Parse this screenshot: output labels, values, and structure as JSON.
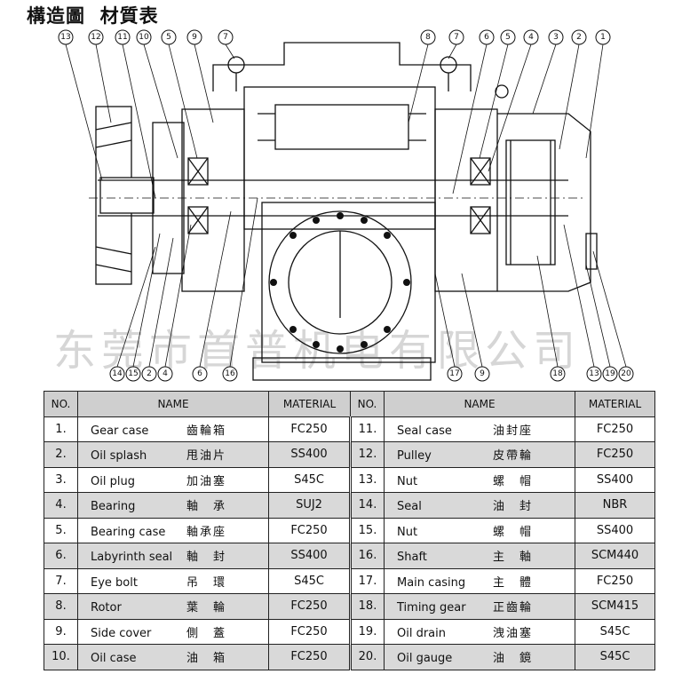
{
  "title": "構造圖  材質表",
  "watermark": "东莞市首普机电有限公司",
  "callouts_top": [
    "13",
    "12",
    "11",
    "10",
    "5",
    "9",
    "7",
    "8",
    "7",
    "6",
    "5",
    "4",
    "3",
    "2",
    "1"
  ],
  "callouts_bottom": [
    "14",
    "15",
    "2",
    "4",
    "6",
    "16",
    "17",
    "9",
    "18",
    "13",
    "19",
    "20"
  ],
  "table": {
    "headers": [
      "NO.",
      "NAME",
      "MATERIAL",
      "NO.",
      "NAME",
      "MATERIAL"
    ],
    "rows": [
      {
        "no1": "1.",
        "en1": "Gear case",
        "zh1": "齒輪箱",
        "mat1": "FC250",
        "no2": "11.",
        "en2": "Seal case",
        "zh2": "油封座",
        "mat2": "FC250"
      },
      {
        "no1": "2.",
        "en1": "Oil splash",
        "zh1": "甩油片",
        "mat1": "SS400",
        "no2": "12.",
        "en2": "Pulley",
        "zh2": "皮帶輪",
        "mat2": "FC250"
      },
      {
        "no1": "3.",
        "en1": "Oil plug",
        "zh1": "加油塞",
        "mat1": "S45C",
        "no2": "13.",
        "en2": "Nut",
        "zh2": "螺　帽",
        "mat2": "SS400"
      },
      {
        "no1": "4.",
        "en1": "Bearing",
        "zh1": "軸　承",
        "mat1": "SUJ2",
        "no2": "14.",
        "en2": "Seal",
        "zh2": "油　封",
        "mat2": "NBR"
      },
      {
        "no1": "5.",
        "en1": "Bearing case",
        "zh1": "軸承座",
        "mat1": "FC250",
        "no2": "15.",
        "en2": "Nut",
        "zh2": "螺　帽",
        "mat2": "SS400"
      },
      {
        "no1": "6.",
        "en1": "Labyrinth seal",
        "zh1": "軸　封",
        "mat1": "SS400",
        "no2": "16.",
        "en2": "Shaft",
        "zh2": "主　軸",
        "mat2": "SCM440"
      },
      {
        "no1": "7.",
        "en1": "Eye bolt",
        "zh1": "吊　環",
        "mat1": "S45C",
        "no2": "17.",
        "en2": "Main casing",
        "zh2": "主　體",
        "mat2": "FC250"
      },
      {
        "no1": "8.",
        "en1": "Rotor",
        "zh1": "葉　輪",
        "mat1": "FC250",
        "no2": "18.",
        "en2": "Timing gear",
        "zh2": "正齒輪",
        "mat2": "SCM415"
      },
      {
        "no1": "9.",
        "en1": "Side cover",
        "zh1": "側　蓋",
        "mat1": "FC250",
        "no2": "19.",
        "en2": "Oil drain",
        "zh2": "洩油塞",
        "mat2": "S45C"
      },
      {
        "no1": "10.",
        "en1": "Oil case",
        "zh1": "油　箱",
        "mat1": "FC250",
        "no2": "20.",
        "en2": "Oil gauge",
        "zh2": "油　鏡",
        "mat2": "S45C"
      }
    ]
  }
}
